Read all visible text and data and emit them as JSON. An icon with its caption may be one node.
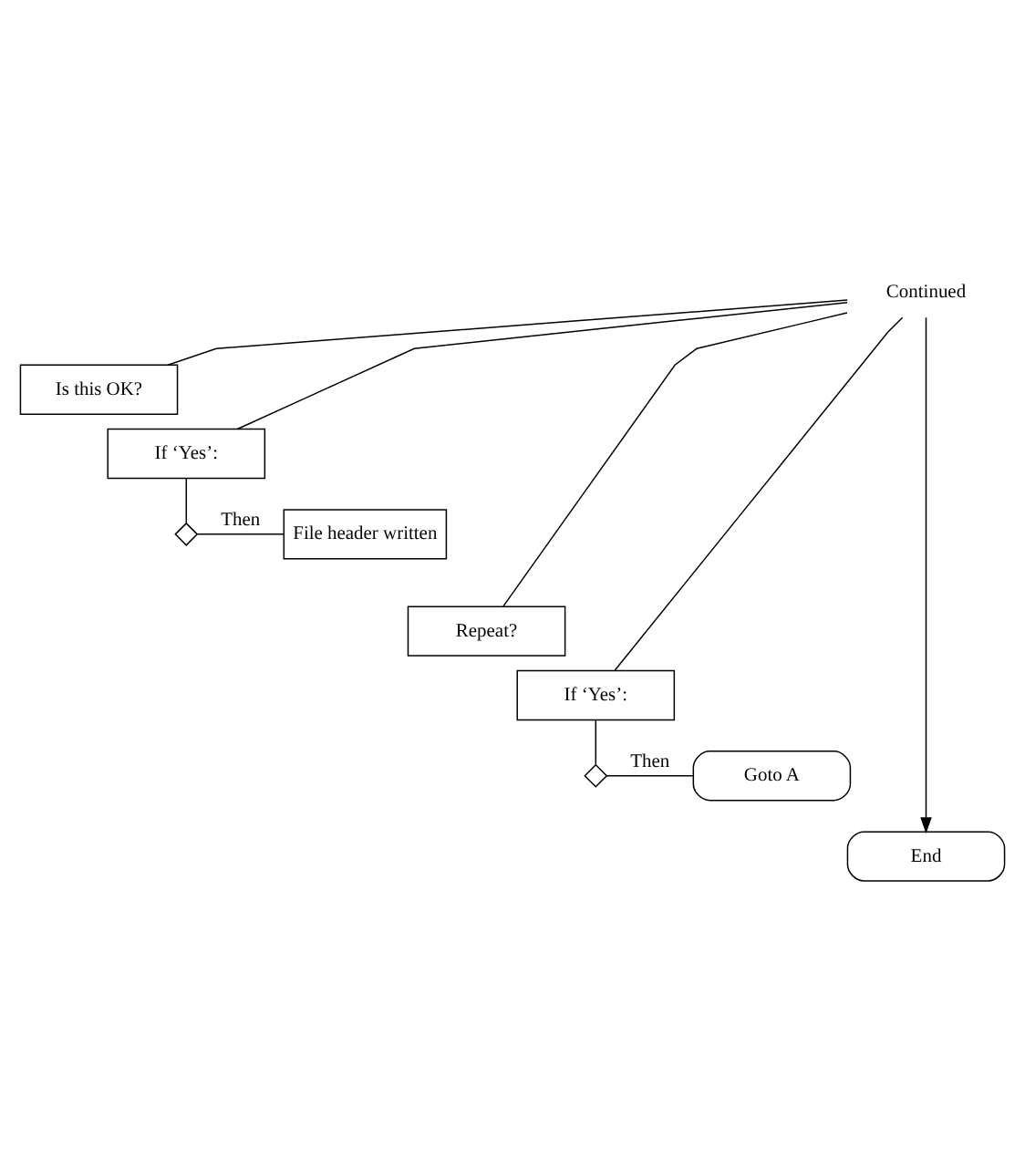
{
  "diagram": {
    "nodes": [
      {
        "text": [
          "Continued"
        ]
      },
      {
        "text": [
          "Is this OK?"
        ]
      },
      {
        "text": [
          "If ‘Yes’:"
        ]
      },
      {
        "text": [],
        "shape": "diamond"
      },
      {
        "text": [
          "File header written"
        ]
      },
      {
        "text": [
          "Repeat?"
        ]
      },
      {
        "text": [
          "If ‘Yes’:"
        ]
      },
      {
        "text": [],
        "shape": "diamond"
      },
      {
        "text": [
          "Goto A"
        ]
      },
      {
        "text": [
          "End"
        ]
      }
    ],
    "edges": [
      {
        "from": 0,
        "to": 9,
        "arrow": "to"
      },
      {
        "from": 0,
        "to": 1,
        "arrow": "none"
      },
      {
        "from": 0,
        "to": 2,
        "arrow": "none"
      },
      {
        "from": 2,
        "to": 3,
        "arrow": "none"
      },
      {
        "from": 3,
        "to": 4,
        "label": "Then",
        "arrow": "none"
      },
      {
        "from": 0,
        "to": 5,
        "arrow": "none"
      },
      {
        "from": 0,
        "to": 6,
        "arrow": "none"
      },
      {
        "from": 6,
        "to": 7,
        "arrow": "none"
      },
      {
        "from": 7,
        "to": 8,
        "label": "Then",
        "arrow": "none"
      }
    ]
  }
}
